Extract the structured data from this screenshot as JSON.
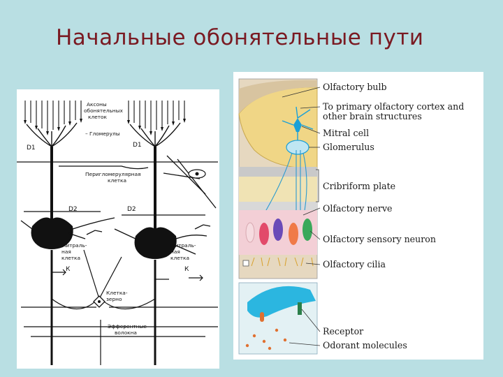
{
  "slide": {
    "title": "Начальные обонятельные пути",
    "background": "#b9dfe3",
    "title_color": "#7a1a22"
  },
  "left_diagram": {
    "labels": {
      "axons_line1": "Аксоны",
      "axons_line2": "обонятельных",
      "axons_line3": "клеток",
      "glomeruli": "– Гломерулы",
      "d1_left": "D1",
      "d1_right": "D1",
      "periglom_line1": "Перигломерулярная",
      "periglom_line2": "клетка",
      "d2_left": "D2",
      "d2_right": "D2",
      "mitral_left_1": "Митраль-",
      "mitral_left_2": "ная",
      "mitral_left_3": "клетка",
      "mitral_right_1": "Митраль-",
      "mitral_right_2": "ная",
      "mitral_right_3": "клетка",
      "k_left": "К",
      "k_right": "К",
      "granule_1": "Клетка-",
      "granule_2": "зерно",
      "efferent_1": "Эфферентные",
      "efferent_2": "волокна"
    }
  },
  "right_diagram": {
    "labels": {
      "olfactory_bulb": "Olfactory bulb",
      "to_cortex_1": "To primary olfactory cortex and",
      "to_cortex_2": "other brain structures",
      "mitral_cell": "Mitral cell",
      "glomerulus": "Glomerulus",
      "cribriform_plate": "Cribriform plate",
      "olfactory_nerve": "Olfactory nerve",
      "sensory_neuron": "Olfactory sensory neuron",
      "olfactory_cilia": "Olfactory cilia",
      "receptor": "Receptor",
      "odorant_molecules": "Odorant molecules"
    }
  }
}
